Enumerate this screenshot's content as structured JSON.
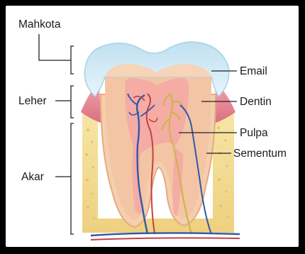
{
  "labels": {
    "mahkota": "Mahkota",
    "leher": "Leher",
    "akar": "Akar",
    "email": "Email",
    "dentin": "Dentin",
    "pulpa": "Pulpa",
    "sementum": "Sementum"
  },
  "colors": {
    "frame_border": "#000000",
    "background": "#ffffff",
    "enamel": "#d6ecf6",
    "dentin": "#f0c9a8",
    "pulp": "#f6b9a9",
    "gum": "#e58a9b",
    "bone": "#f2d58c",
    "nerve": "#d8c25a",
    "vein": "#2f58a8",
    "artery": "#c84040"
  }
}
